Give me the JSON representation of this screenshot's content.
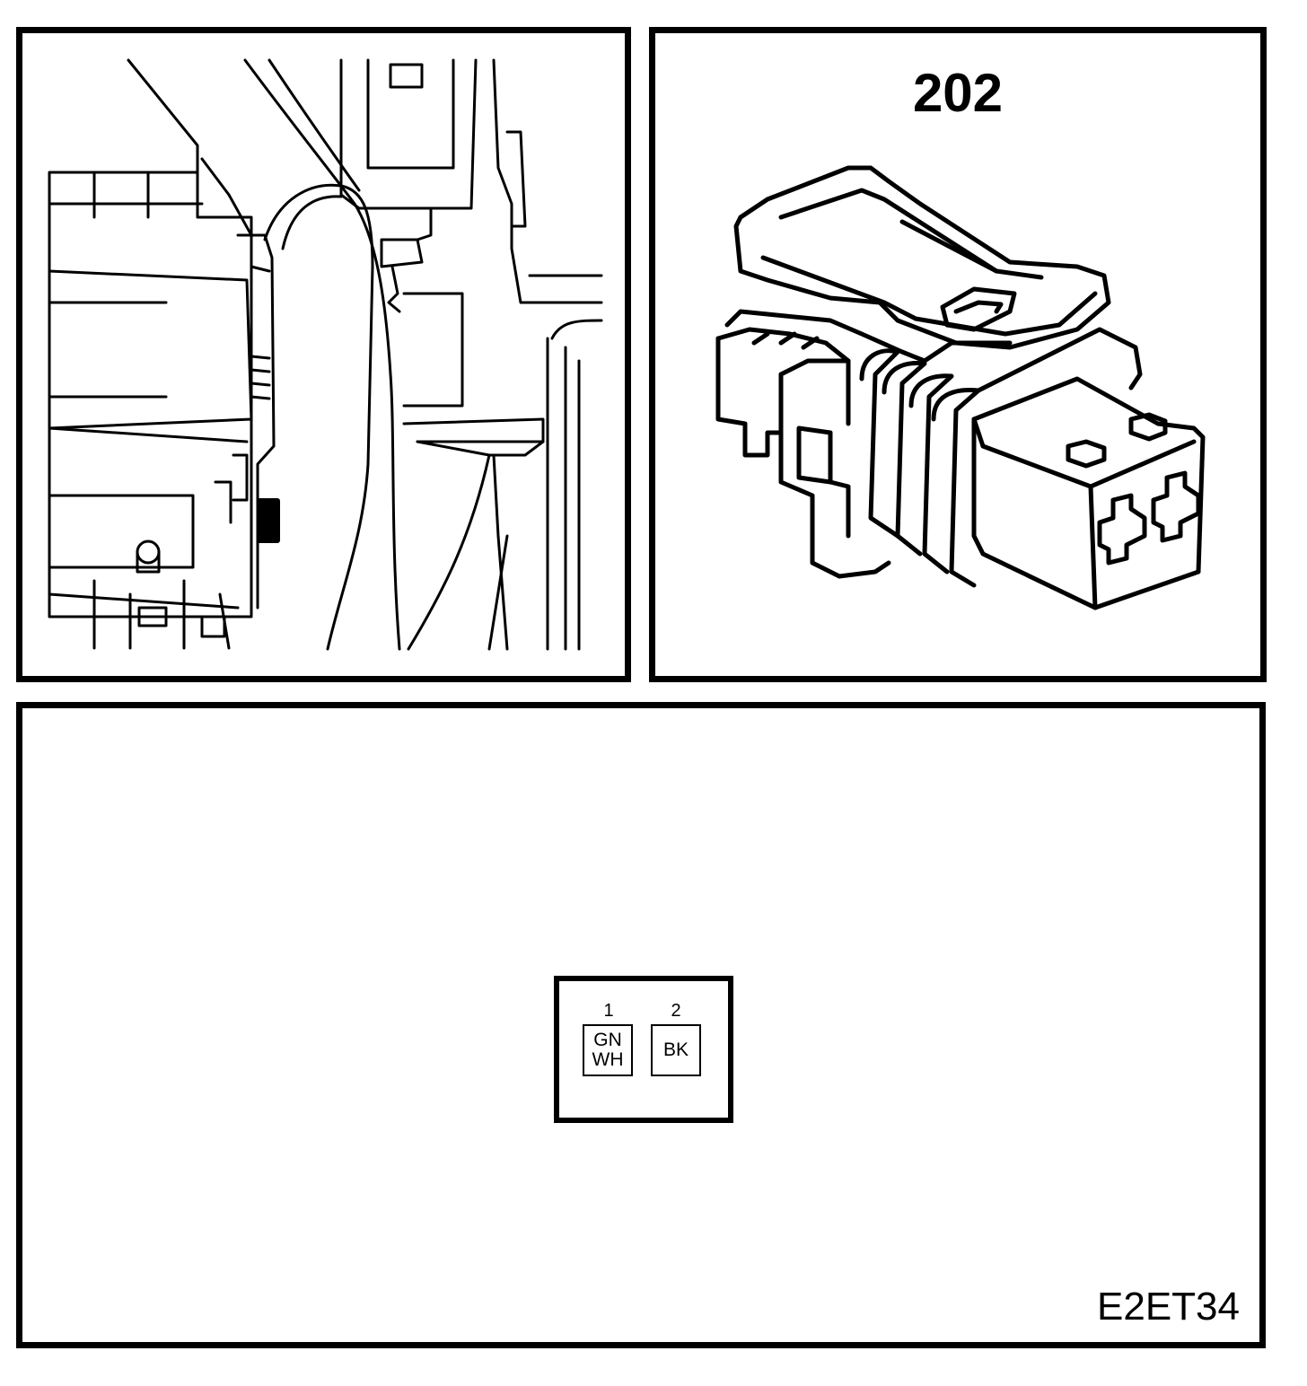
{
  "connector": {
    "number": "202",
    "pins": [
      {
        "number": "1",
        "colors": [
          "GN",
          "WH"
        ]
      },
      {
        "number": "2",
        "colors": [
          "BK"
        ]
      }
    ]
  },
  "diagram_code": "E2ET34"
}
